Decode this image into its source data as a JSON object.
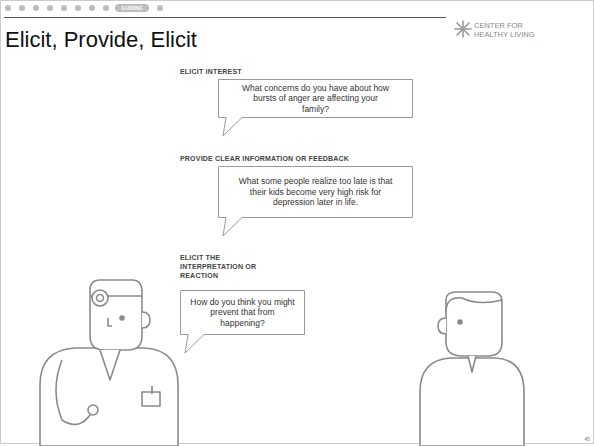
{
  "diagram": {
    "title": "Elicit, Provide, Elicit",
    "nodes": [
      {
        "text": [
          "ELICIT INTEREST",
          "What concerns do you have about how bursts of anger are affecting your family?"
        ]
      },
      {
        "text": [
          "PROVIDE CLEAR INFORMATION OR FEEDBACK",
          "What some people realize too late is that their kids become very high risk for depression later in life."
        ]
      },
      {
        "text": [
          "ELICIT THE INTERPRETATION OR REACTION",
          "How do you think you might prevent that from happening?"
        ]
      }
    ],
    "labels": [
      "GUIDING",
      "CENTER FOR HEALTHY LIVING",
      "45"
    ]
  }
}
